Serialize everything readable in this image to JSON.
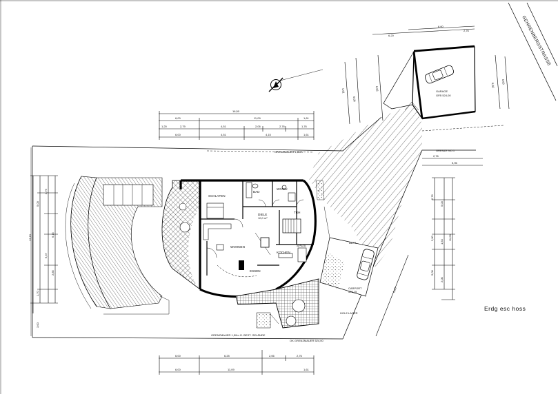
{
  "title": "Erdg esc hoss",
  "street": "GEHRENBERGSTRASSE",
  "rooms": {
    "schlafen": "SCHLAFEN",
    "bad": "BAD",
    "wc_du": "WC/DU",
    "diele": "DIELE",
    "diele_size": "10,0 m²",
    "trh": "TRH",
    "wohnen": "WOHNEN",
    "kochen": "KOCHEN",
    "speis": "SPEIS",
    "essen": "ESSEN",
    "garage": "GARAGE",
    "garage_size": "GFB 524,00",
    "carport": "CARPORT",
    "carport_size": "523,15",
    "holzlager": "HOLZ-LAGER",
    "abstell": "ABST."
  },
  "site_labels": {
    "grenze_top": "GRENZMAUER 1,80m",
    "grenze_right": "GRENZE NO.1",
    "grenze_bottom": "GRENZMAUER 1,50m O. BEST. GELÄNDE",
    "ok_grenze": "OK GRENZMAUER 524,00"
  },
  "dims": {
    "top_total": "16,50",
    "top_row2": [
      "6,00",
      "11,09",
      "1,61"
    ],
    "top_row3": [
      "1,20",
      "2,79",
      "4,51",
      "2,06",
      "2,76",
      "1,76"
    ],
    "top_row4": [
      "6,00",
      "4,51",
      "4,15",
      "1,61"
    ],
    "garage_top": [
      "6,20",
      "6,00",
      "2,76"
    ],
    "garage_side": [
      "6,66",
      "6,00"
    ],
    "bottom_row1": [
      "6,00",
      "6,25",
      "2,06",
      "2,76"
    ],
    "bottom_row2": [
      "6,00",
      "11,09",
      "1,61"
    ],
    "left_v": [
      "5,00",
      "2,76",
      "6,37",
      "6,15",
      "2,85",
      "1,70",
      "3,00"
    ],
    "left_total": "13,19",
    "right_v": [
      "2,76",
      "5,00",
      "2,00",
      "1,54",
      "5,00",
      "2,00"
    ],
    "right_total": "11,09",
    "right_diag": "6,00",
    "right_top": [
      "2,76",
      "5,96"
    ]
  }
}
